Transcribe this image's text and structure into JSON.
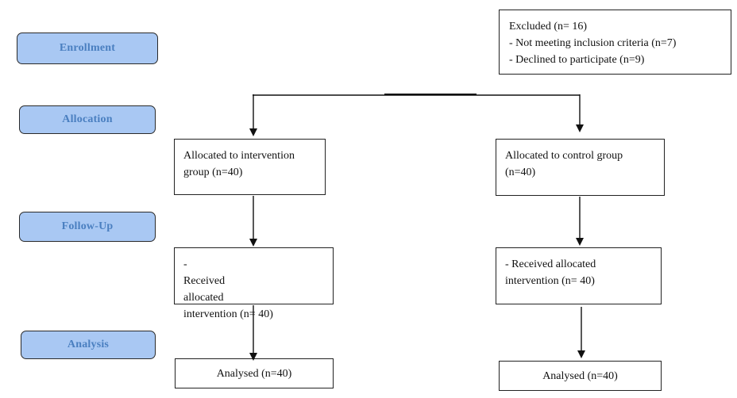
{
  "colors": {
    "stage_fill": "#a9c8f3",
    "stage_text": "#4a7fc0",
    "line": "#111111"
  },
  "stages": {
    "enrollment": "Enrollment",
    "allocation": "Allocation",
    "follow_up": "Follow-Up",
    "analysis": "Analysis"
  },
  "excluded": {
    "title": "Excluded (n= 16)",
    "reason_1": "- Not meeting inclusion criteria (n=7)",
    "reason_2": "- Declined to participate (n=9)"
  },
  "intervention": {
    "allocated_line_1": "Allocated to intervention",
    "allocated_line_2": "group (n=40)",
    "received_word_1": "-",
    "received_word_2": "Received",
    "received_word_3": "allocated",
    "received_line_2": "intervention (n= 40)",
    "analysed": "Analysed (n=40)"
  },
  "control": {
    "allocated_line_1": "Allocated to control group",
    "allocated_line_2": "(n=40)",
    "received_line_1": "- Received allocated",
    "received_line_2": "intervention (n= 40)",
    "analysed": "Analysed (n=40)"
  }
}
